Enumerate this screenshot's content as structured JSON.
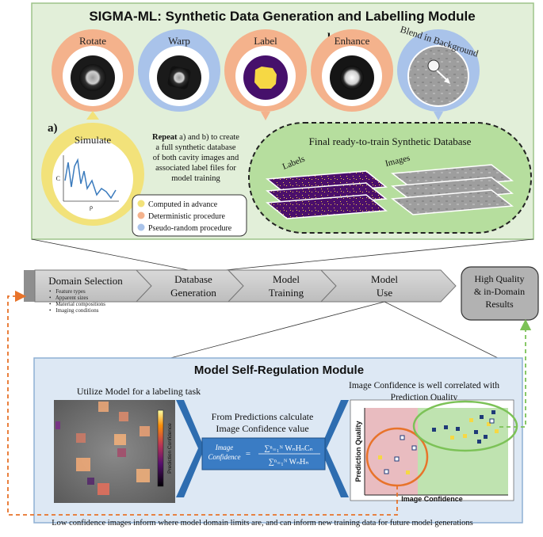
{
  "top_module": {
    "title": "SIGMA-ML: Synthetic Data Generation and Labelling Module",
    "steps": [
      "Rotate",
      "Warp",
      "Label",
      "Enhance",
      "Blend in Background"
    ],
    "simulate": "Simulate",
    "marker_a": "a)",
    "marker_b": "b)",
    "plot_xlabel": "ρ",
    "plot_ylabel": "C",
    "repeat_bold": "Repeat",
    "repeat_lines": [
      " a) and b) to create",
      "a full synthetic database",
      "of both cavity images and",
      "associated label files for",
      "model training"
    ],
    "legend": [
      {
        "text": "Computed in advance",
        "color": "#f2e27a"
      },
      {
        "text": "Deterministic procedure",
        "color": "#f4b28c"
      },
      {
        "text": "Pseudo-random procedure",
        "color": "#a9c3ea"
      }
    ],
    "database_title": "Final ready-to-train Synthetic Database",
    "labels_text": "Labels",
    "images_text": "Images"
  },
  "pipeline": {
    "domain_title": "Domain Selection",
    "domain_items": [
      "Feature types",
      "Apparent sizes",
      "Material compositions",
      "Imaging conditions"
    ],
    "stage2": [
      "Database",
      "Generation"
    ],
    "stage3": [
      "Model",
      "Training"
    ],
    "stage4": [
      "Model",
      "Use"
    ],
    "result": [
      "High Quality",
      "& in-Domain",
      "Results"
    ]
  },
  "bottom_module": {
    "title": "Model Self-Regulation Module",
    "utilize": "Utilize Model for a labeling task",
    "colorbar_label": "Prediction Confidence",
    "calc_line1": "From Predictions calculate",
    "calc_line2": "Image Confidence value",
    "formula_lhs1": "Image",
    "formula_lhs2": "Confidence",
    "formula_num": "∑ⁿ₌₁ᴺ WₙHₙCₙ",
    "formula_den": "∑ⁿ₌₁ᴺ WₙHₙ",
    "corr_line1": "Image Confidence is well correlated with",
    "corr_line2": "Prediction Quality",
    "scatter_ylabel": "Prediction Quality",
    "scatter_xlabel": "Image Confidence",
    "footer": "Low confidence images inform where model domain limits are, and can inform new training data for future model generations"
  }
}
